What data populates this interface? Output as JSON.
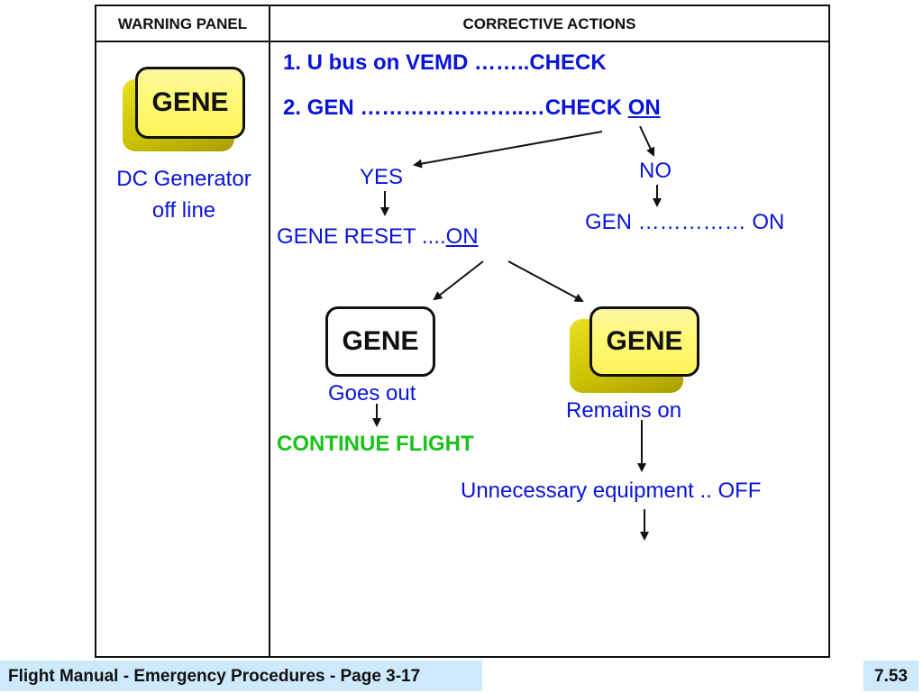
{
  "table": {
    "headers": {
      "warning_panel": "WARNING PANEL",
      "corrective_actions": "CORRECTIVE ACTIONS"
    }
  },
  "warning": {
    "indicator_label": "GENE",
    "indicator_state": "lit",
    "description_line1": "DC Generator",
    "description_line2": "off line"
  },
  "steps": [
    {
      "text": "1. U bus on VEMD ……..CHECK",
      "emphasis": ""
    },
    {
      "text": "2. GEN …………………..…CHECK ",
      "emphasis": "ON"
    }
  ],
  "branches": {
    "yes": {
      "label": "YES",
      "action_prefix": "GENE RESET ....",
      "action_emphasis": "ON",
      "outcomes": {
        "goes_out": {
          "indicator_label": "GENE",
          "indicator_state": "off",
          "caption": "Goes out",
          "result": "CONTINUE FLIGHT"
        },
        "remains_on": {
          "indicator_label": "GENE",
          "indicator_state": "lit",
          "caption": "Remains on",
          "result": "Unnecessary equipment .. OFF"
        }
      }
    },
    "no": {
      "label": "NO",
      "action": "GEN …………… ON"
    }
  },
  "colors": {
    "text_blue": "#0a14d8",
    "continue_green": "#18c21a",
    "indicator_yellow": "#fff35a",
    "footer_bg": "#cde9fb"
  },
  "footer": {
    "title": "Flight Manual - Emergency Procedures - Page 3-17",
    "slide_number": "7.53"
  }
}
